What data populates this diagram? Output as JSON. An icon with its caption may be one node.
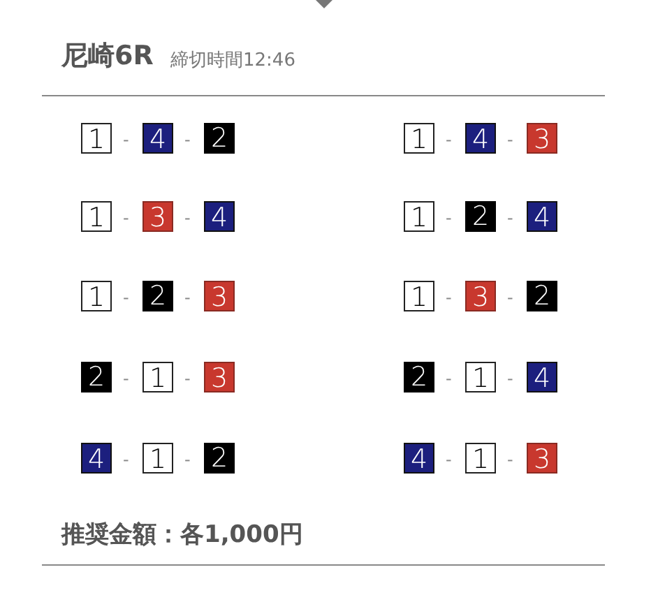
{
  "diagram": {
    "title": "尼崎6R",
    "nodes": [
      {
        "text": [
          "1"
        ]
      },
      {
        "text": [
          "4"
        ]
      },
      {
        "text": [
          "2"
        ]
      },
      {
        "text": [
          "1"
        ]
      },
      {
        "text": [
          "4"
        ]
      },
      {
        "text": [
          "3"
        ]
      },
      {
        "text": [
          "1"
        ]
      },
      {
        "text": [
          "3"
        ]
      },
      {
        "text": [
          "4"
        ]
      },
      {
        "text": [
          "1"
        ]
      },
      {
        "text": [
          "2"
        ]
      },
      {
        "text": [
          "4"
        ]
      },
      {
        "text": [
          "1"
        ]
      },
      {
        "text": [
          "2"
        ]
      },
      {
        "text": [
          "3"
        ]
      },
      {
        "text": [
          "1"
        ]
      },
      {
        "text": [
          "3"
        ]
      },
      {
        "text": [
          "2"
        ]
      },
      {
        "text": [
          "2"
        ]
      },
      {
        "text": [
          "1"
        ]
      },
      {
        "text": [
          "3"
        ]
      },
      {
        "text": [
          "2"
        ]
      },
      {
        "text": [
          "1"
        ]
      },
      {
        "text": [
          "4"
        ]
      },
      {
        "text": [
          "4"
        ]
      },
      {
        "text": [
          "1"
        ]
      },
      {
        "text": [
          "2"
        ]
      },
      {
        "text": [
          "4"
        ]
      },
      {
        "text": [
          "1"
        ]
      },
      {
        "text": [
          "3"
        ]
      }
    ],
    "labels": [
      "締切時間12:46",
      "-",
      "-",
      "-",
      "-",
      "-",
      "-",
      "-",
      "-",
      "-",
      "-",
      "-",
      "-",
      "-",
      "-",
      "-",
      "-",
      "-",
      "-",
      "-",
      "-",
      "推奨金額：各1,000円"
    ]
  }
}
